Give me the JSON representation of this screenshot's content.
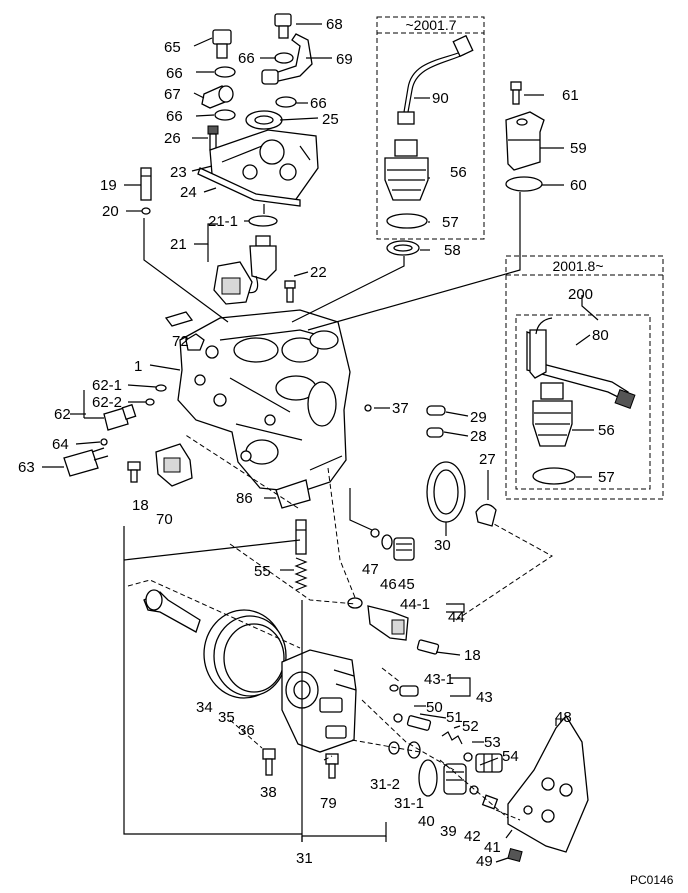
{
  "diagram": {
    "box_early_title": "~2001.7",
    "box_late_title": "2001.8~",
    "figure_code": "PC0146",
    "labels": {
      "p65": "65",
      "p66a": "66",
      "p66b": "66",
      "p66c": "66",
      "p66d": "66",
      "p67": "67",
      "p68": "68",
      "p69": "69",
      "p25": "25",
      "p26": "26",
      "p23": "23",
      "p24": "24",
      "p19": "19",
      "p20": "20",
      "p21_1": "21-1",
      "p21": "21",
      "p22": "22",
      "p72": "72",
      "p1": "1",
      "p62_1": "62-1",
      "p62_2": "62-2",
      "p62": "62",
      "p64": "64",
      "p63": "63",
      "p18a": "18",
      "p70": "70",
      "p86": "86",
      "p37": "37",
      "p29": "29",
      "p28": "28",
      "p27": "27",
      "p30": "30",
      "p47": "47",
      "p46": "46",
      "p45": "45",
      "p55": "55",
      "p44_1": "44-1",
      "p44": "44",
      "p18b": "18",
      "p43_1": "43-1",
      "p43": "43",
      "p34": "34",
      "p35": "35",
      "p36": "36",
      "p50": "50",
      "p51": "51",
      "p52": "52",
      "p53": "53",
      "p54": "54",
      "p48": "48",
      "p38": "38",
      "p79": "79",
      "p31_2": "31-2",
      "p31_1": "31-1",
      "p40": "40",
      "p39": "39",
      "p42": "42",
      "p41": "41",
      "p49": "49",
      "p31": "31",
      "p90": "90",
      "p56a": "56",
      "p57a": "57",
      "p58": "58",
      "p61": "61",
      "p59": "59",
      "p60": "60",
      "p200": "200",
      "p80": "80",
      "p56b": "56",
      "p57b": "57"
    }
  }
}
